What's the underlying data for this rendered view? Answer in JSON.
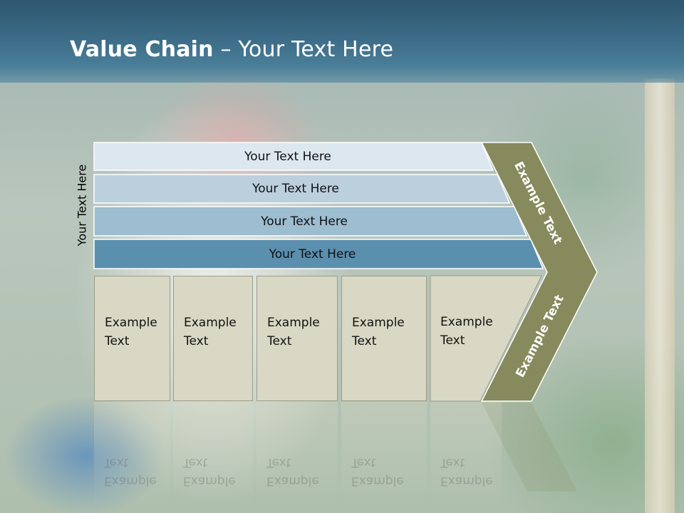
{
  "slide": {
    "title_bold": "Value Chain",
    "title_rest": " – Your Text Here",
    "side_label": "Your Text Here",
    "bars": [
      {
        "label": "Your Text Here",
        "color": "#dde7ef"
      },
      {
        "label": "Your Text Here",
        "color": "#bccfdd"
      },
      {
        "label": "Your Text Here",
        "color": "#9dbdd0"
      },
      {
        "label": "Your Text Here",
        "color": "#5b8fae"
      }
    ],
    "columns": [
      {
        "line1": "Example",
        "line2": "Text"
      },
      {
        "line1": "Example",
        "line2": "Text"
      },
      {
        "line1": "Example",
        "line2": "Text"
      },
      {
        "line1": "Example",
        "line2": "Text"
      },
      {
        "line1": "Example",
        "line2": "Text"
      }
    ],
    "arrow_top_label": "Example Text",
    "arrow_bottom_label": "Example Text",
    "arrow_color": "#868a5c"
  }
}
